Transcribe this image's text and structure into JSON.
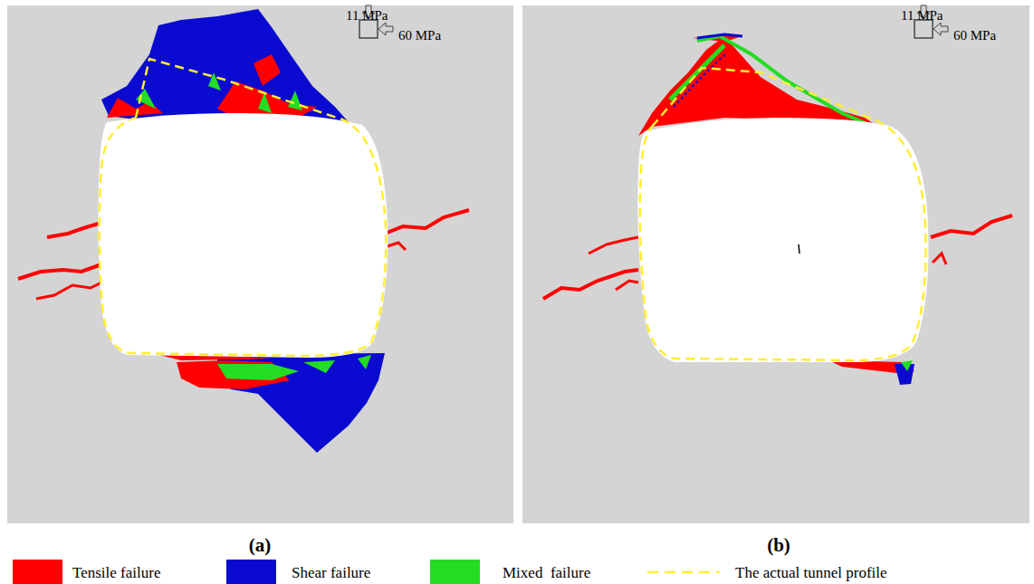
{
  "diagram": {
    "labels": [
      "11 MPa",
      "60 MPa",
      "11 MPa",
      "60 MPa",
      "(a)",
      "(b)"
    ],
    "legend": [
      {
        "text": "Tensile failure",
        "color": "#ff0000"
      },
      {
        "text": "Shear failure",
        "color": "#0a0ad0"
      },
      {
        "text": "Mixed  failure",
        "color": "#22dd22"
      },
      {
        "text": "The actual tunnel profile"
      }
    ]
  }
}
